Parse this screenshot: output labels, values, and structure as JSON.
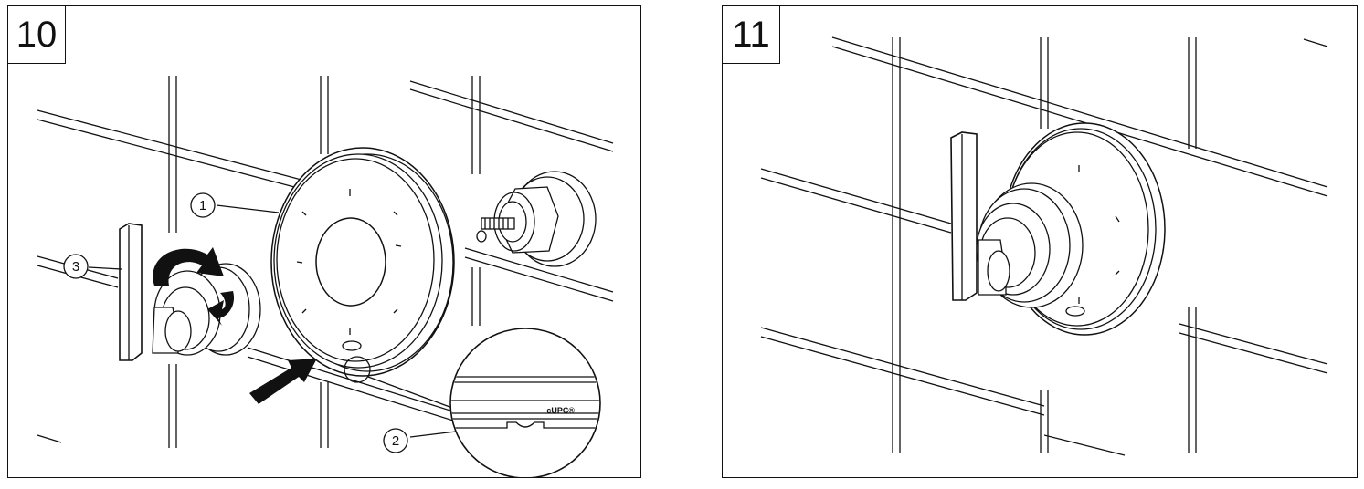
{
  "steps": [
    {
      "number": "10",
      "callouts": [
        "1",
        "2",
        "3"
      ],
      "inset_marking": "cUPC®"
    },
    {
      "number": "11"
    }
  ],
  "colors": {
    "line": "#111111",
    "background": "#ffffff"
  }
}
